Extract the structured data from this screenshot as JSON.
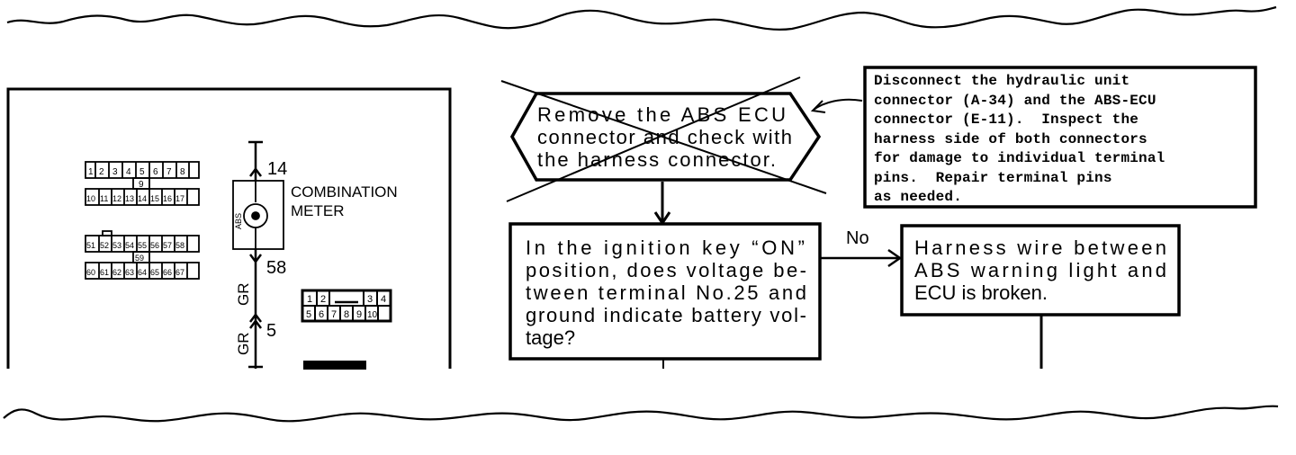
{
  "wiring": {
    "connector_top_row1": [
      "1",
      "2",
      "3",
      "4",
      "5",
      "6",
      "7",
      "8"
    ],
    "connector_top_mid": "9",
    "connector_top_row2": [
      "10",
      "11",
      "12",
      "13",
      "14",
      "15",
      "16",
      "17"
    ],
    "connector_bottom_row1": [
      "51",
      "52",
      "53",
      "54",
      "55",
      "56",
      "57",
      "58"
    ],
    "connector_bottom_mid": "59",
    "connector_bottom_row2": [
      "60",
      "61",
      "62",
      "63",
      "64",
      "65",
      "66",
      "67"
    ],
    "pin_14": "14",
    "pin_58": "58",
    "pin_5": "5",
    "wire_color_1": "GR",
    "wire_color_2": "GR",
    "lamp_label": "ABS",
    "meter_label_1": "COMBINATION",
    "meter_label_2": "METER",
    "small_connector_row1": [
      "1",
      "2",
      "",
      "3",
      "4"
    ],
    "small_connector_row2": [
      "5",
      "6",
      "7",
      "8",
      "9",
      "10"
    ]
  },
  "flow": {
    "crossed_step_line1": "Remove the ABS ECU",
    "crossed_step_line2": "connector and check with",
    "crossed_step_line3": "the harness connector.",
    "note_text": "Disconnect the hydraulic unit\nconnector (A-34) and the ABS-ECU\nconnector (E-11).  Inspect the\nharness side of both connectors\nfor damage to individual terminal\npins.  Repair terminal pins\nas needed.",
    "question_line1": "In the ignition key “ON”",
    "question_line2": "position, does voltage be-",
    "question_line3": "tween terminal No.25 and",
    "question_line4": "ground indicate battery vol-",
    "question_line5": "tage?",
    "no_label": "No",
    "result_line1": "Harness wire between",
    "result_line2": "ABS warning light and",
    "result_line3": "ECU is broken."
  }
}
